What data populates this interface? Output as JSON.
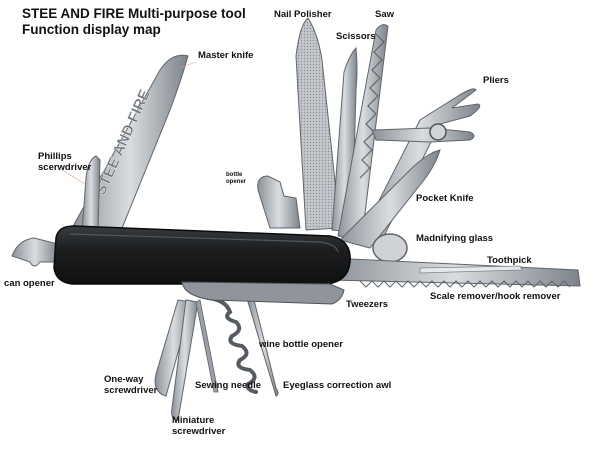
{
  "title": {
    "line1": "STEE AND FIRE Multi-purpose tool",
    "line2": "Function display map"
  },
  "blade_engraving": "STEE AND FIRE",
  "labels": {
    "nail_polisher": "Nail Polisher",
    "saw": "Saw",
    "scissors": "Scissors",
    "master_knife": "Master knife",
    "pliers": "Pliers",
    "phillips_line1": "Phillips",
    "phillips_line2": "scerwdriver",
    "bottle_opener_line1": "bottle",
    "bottle_opener_line2": "opener",
    "pocket_knife": "Pocket Knife",
    "magnifying_glass": "Madnifying glass",
    "toothpick": "Toothpick",
    "can_opener": "can opener",
    "scale_remover": "Scale remover/hook remover",
    "tweezers": "Tweezers",
    "wine_bottle_opener": "wine bottle opener",
    "oneway_line1": "One-way",
    "oneway_line2": "screwdriver",
    "sewing_needle": "Sewing needle",
    "eyeglass_awl": "Eyeglass correction awl",
    "miniature_line1": "Miniature",
    "miniature_line2": "screwdriver"
  },
  "colors": {
    "handle": "#1e2022",
    "steel": "#b9bec3",
    "steel_dark": "#6f757b"
  }
}
